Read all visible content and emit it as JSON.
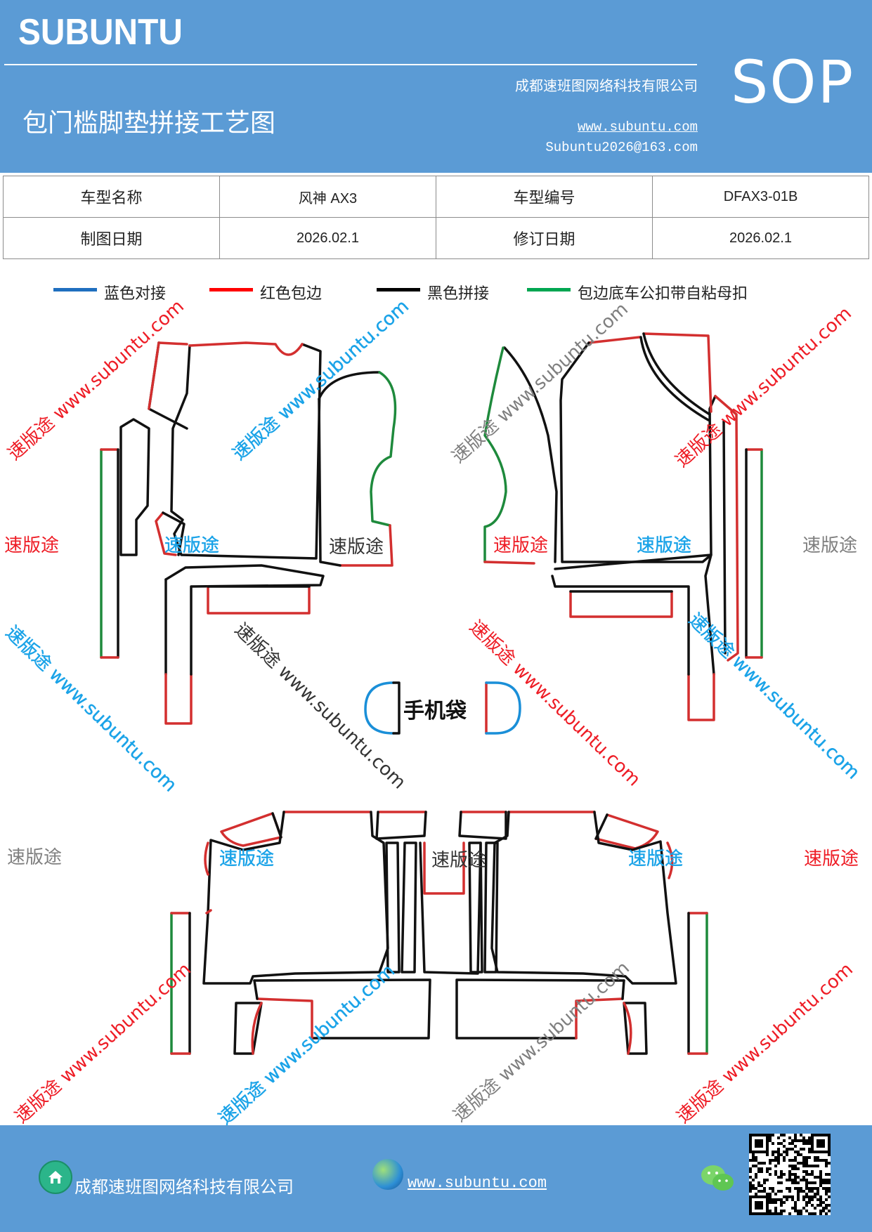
{
  "header": {
    "brand": "SUBUNTU",
    "title": "包门槛脚垫拼接工艺图",
    "company": "成都速班图网络科技有限公司",
    "website": "www.subuntu.com",
    "email": "Subuntu2026@163.com",
    "badge": "SOP"
  },
  "info_table": {
    "rows": [
      {
        "label1": "车型名称",
        "value1": "风神 AX3",
        "label2": "车型编号",
        "value2": "DFAX3-01B"
      },
      {
        "label1": "制图日期",
        "value1": "2026.02.1",
        "label2": "修订日期",
        "value2": "2026.02.1"
      }
    ]
  },
  "legend": [
    {
      "label": "蓝色对接",
      "color": "#1f6fbf"
    },
    {
      "label": "红色包边",
      "color": "#ff0000"
    },
    {
      "label": "黑色拼接",
      "color": "#000000"
    },
    {
      "label": "包边底车公扣带自粘母扣",
      "color": "#00a651"
    }
  ],
  "drawing": {
    "phone_bag_label": "手机袋",
    "stroke_colors": {
      "black": "#111111",
      "red": "#d32f2f",
      "green": "#1e8a3c",
      "blue": "#1a8fd8"
    }
  },
  "watermarks": {
    "short": "速版途",
    "long": "速版途 www.subuntu.com",
    "colors": {
      "red": "#ee1c25",
      "blue": "#1aa3e8",
      "gray": "#7f7f7f",
      "black": "#333333"
    }
  },
  "footer": {
    "company": "成都速班图网络科技有限公司",
    "website": "www.subuntu.com ",
    "icons": [
      "home-icon",
      "globe-icon",
      "wechat-icon"
    ]
  }
}
